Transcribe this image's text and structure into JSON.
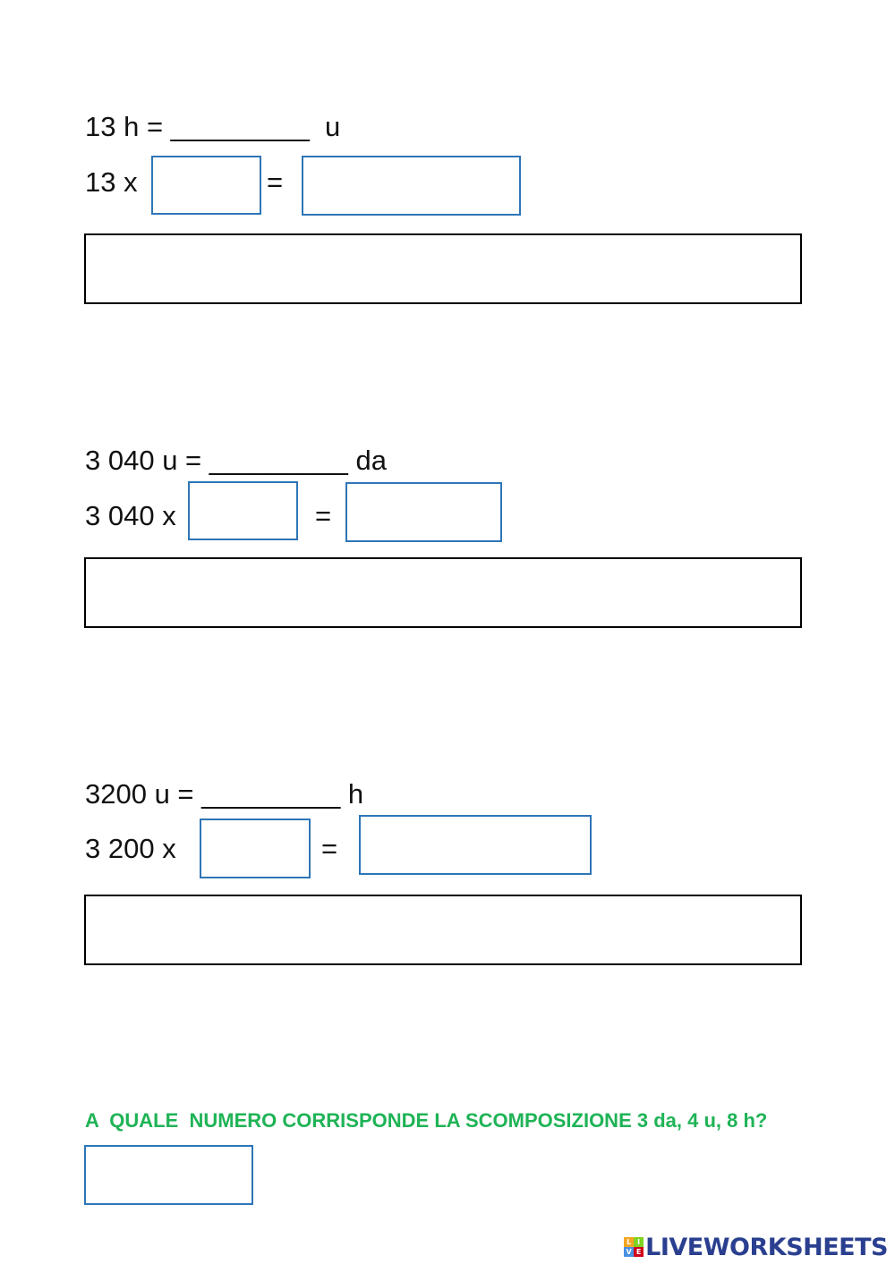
{
  "exercises": [
    {
      "equation": "13 h = _________  u",
      "multiplication": "13 x",
      "equals": "="
    },
    {
      "equation": "3 040 u = _________ da",
      "multiplication": "3 040 x",
      "equals": "="
    },
    {
      "equation": "3200 u = _________ h",
      "multiplication": "3 200 x",
      "equals": "="
    }
  ],
  "question": {
    "text": "A  QUALE  NUMERO CORRISPONDE LA SCOMPOSIZIONE 3 da, 4 u, 8 h?"
  },
  "brand": {
    "name": "LIVEWORKSHEETS",
    "icon_letters": [
      "L",
      "I",
      "V",
      "E"
    ],
    "icon_colors": [
      "#f5a623",
      "#7ed321",
      "#4a90e2",
      "#d0021b"
    ],
    "text_color": "#2a3f8f"
  },
  "colors": {
    "answer_box_border": "#2e75b6",
    "work_box_border": "#000000",
    "question_text": "#1fb356"
  }
}
